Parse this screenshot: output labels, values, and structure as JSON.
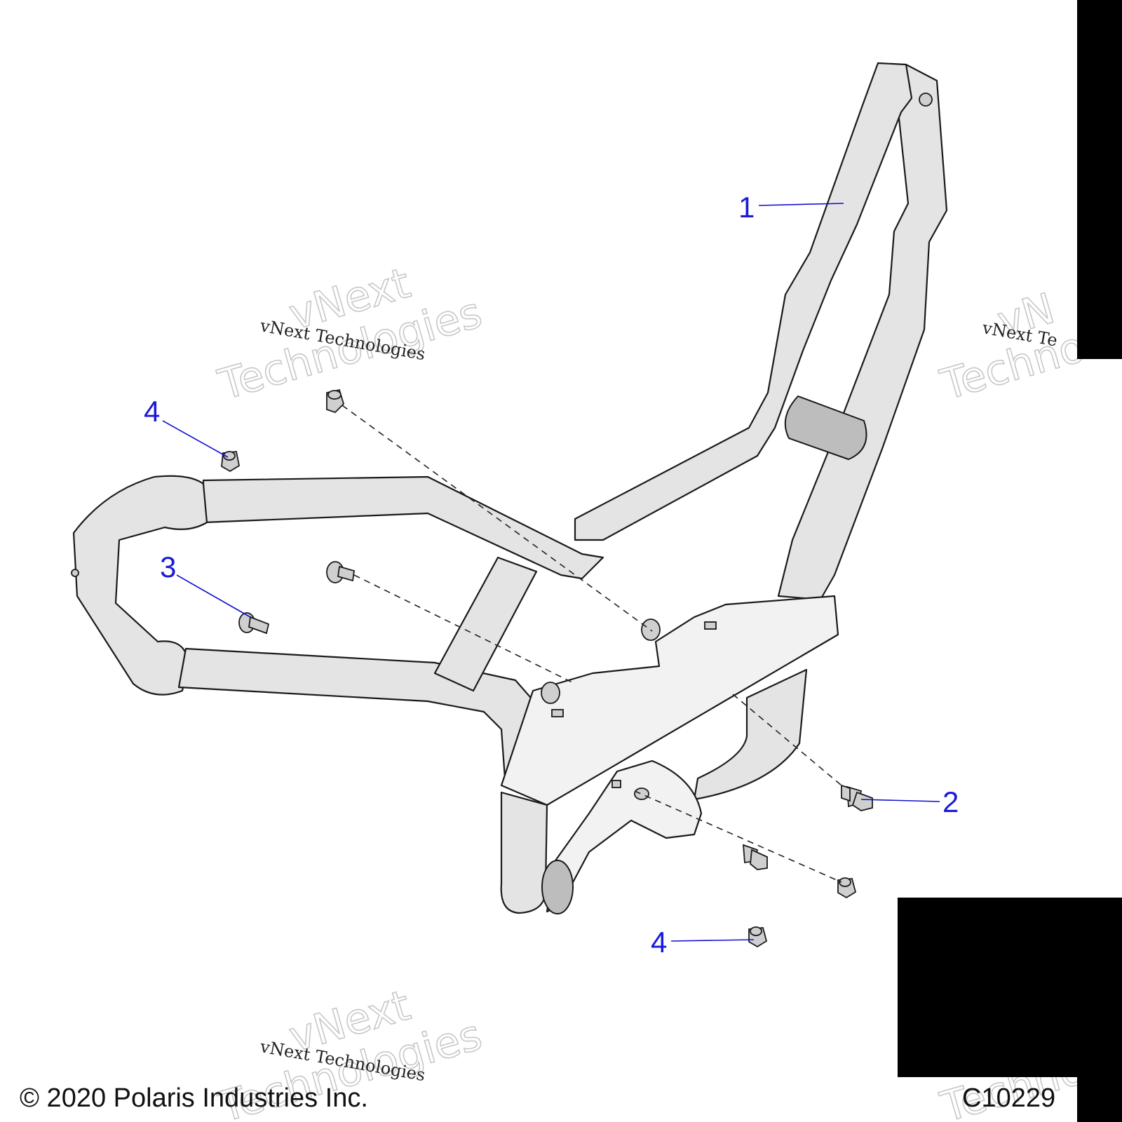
{
  "watermark": {
    "small": "vNext Technologies",
    "big_line1": "vNext",
    "big_line2": "Technologies",
    "small_right_partial": "vNext Te",
    "big_right_partial_line1": "vN",
    "big_right_partial_line2": "Technol"
  },
  "callouts": [
    {
      "id": "1",
      "label": "1"
    },
    {
      "id": "2",
      "label": "2"
    },
    {
      "id": "3",
      "label": "3"
    },
    {
      "id": "4a",
      "label": "4"
    },
    {
      "id": "4b",
      "label": "4"
    }
  ],
  "footer": {
    "copyright": "© 2020 Polaris Industries Inc.",
    "figure_code": "C10229"
  },
  "colors": {
    "callout": "#1a1ad8",
    "tube_fill": "#e4e4e4",
    "watermark_outline": "#c8c8c8"
  }
}
